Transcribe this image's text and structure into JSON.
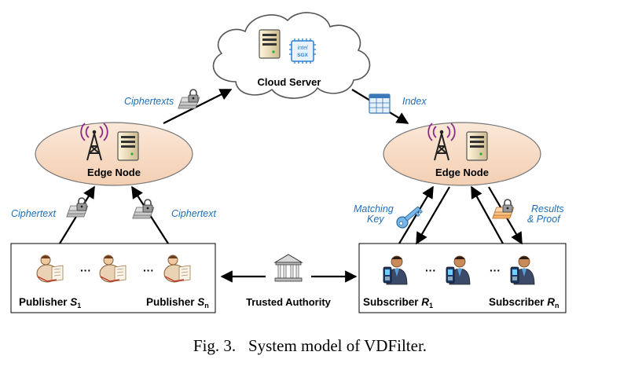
{
  "cloud": {
    "label": "Cloud Server",
    "chip_brand": "intel",
    "chip_label": "SGX"
  },
  "edge_left": {
    "label": "Edge Node"
  },
  "edge_right": {
    "label": "Edge Node"
  },
  "edges": {
    "ciphertexts": "Ciphertexts",
    "index": "Index",
    "ciphertext_left": "Ciphertext",
    "ciphertext_right": "Ciphertext",
    "matching_key_line1": "Matching",
    "matching_key_line2": "Key",
    "results_line1": "Results",
    "results_line2": "& Proof"
  },
  "publishers": {
    "first_label": "Publisher ",
    "first_var": "S",
    "first_sub": "1",
    "last_label": "Publisher ",
    "last_var": "S",
    "last_sub": "n",
    "ellipsis": "···"
  },
  "subscribers": {
    "first_label": "Subscriber ",
    "first_var": "R",
    "first_sub": "1",
    "last_label": "Subscriber ",
    "last_var": "R",
    "last_sub": "n",
    "ellipsis": "···"
  },
  "authority": {
    "label": "Trusted Authority"
  },
  "caption": {
    "prefix": "Fig. 3.",
    "text": "System model of VDFilter."
  },
  "colors": {
    "edge_fill": "#f7dcc6",
    "cloud_fill": "#ffffff",
    "label_blue": "#1f6fb8",
    "server_fill": "#efe4c4",
    "chip_blue": "#2b7fd0"
  }
}
